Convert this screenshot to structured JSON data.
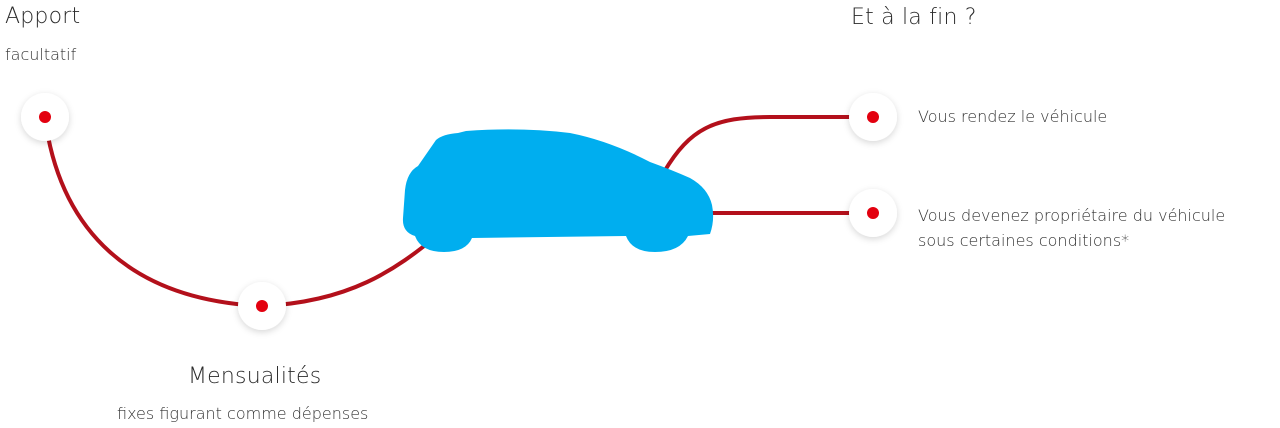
{
  "apport": {
    "title": "Apport",
    "subtitle": "facultatif"
  },
  "mensualites": {
    "title": "Mensualités",
    "subtitle": "fixes figurant comme dépenses"
  },
  "fin": {
    "title": "Et à la fin ?",
    "options": [
      {
        "line1": "Vous rendez le véhicule"
      },
      {
        "line1": "Vous devenez propriétaire du véhicule",
        "line2": "sous certaines conditions*"
      }
    ]
  },
  "colors": {
    "path": "#b3101b",
    "dot": "#e3000f",
    "car": "#00aeef",
    "node_bg": "#ffffff"
  },
  "icons": {
    "vehicle": "car-silhouette-icon",
    "node": "red-dot-icon"
  }
}
